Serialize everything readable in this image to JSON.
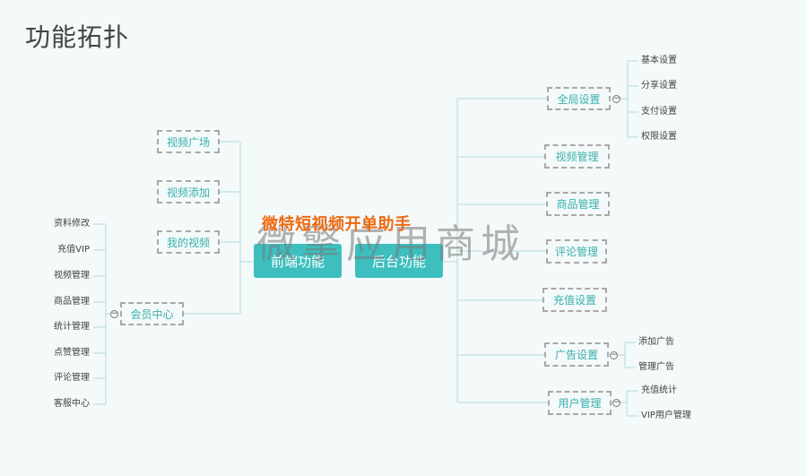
{
  "page_title": "功能拓扑",
  "headline": "微特短视频开单助手",
  "watermark": "微擎应用商城",
  "collapse_symbol": "−",
  "center": {
    "left_hub": "前端功能",
    "right_hub": "后台功能"
  },
  "left": {
    "branches": [
      "视频广场",
      "视频添加",
      "我的视频",
      "会员中心"
    ],
    "member_children": [
      "资料修改",
      "充值VIP",
      "视频管理",
      "商品管理",
      "统计管理",
      "点赞管理",
      "评论管理",
      "客服中心"
    ]
  },
  "right": {
    "branches": [
      "全局设置",
      "视频管理",
      "商品管理",
      "评论管理",
      "充值设置",
      "广告设置",
      "用户管理"
    ],
    "global_children": [
      "基本设置",
      "分享设置",
      "支付设置",
      "权限设置"
    ],
    "ad_children": [
      "添加广告",
      "管理广告"
    ],
    "user_children": [
      "充值统计",
      "VIP用户管理"
    ]
  },
  "colors": {
    "hub": "#3dbfbf",
    "node_text": "#39b0b0",
    "line": "#bfe2e2",
    "headline": "#ee6a12"
  }
}
